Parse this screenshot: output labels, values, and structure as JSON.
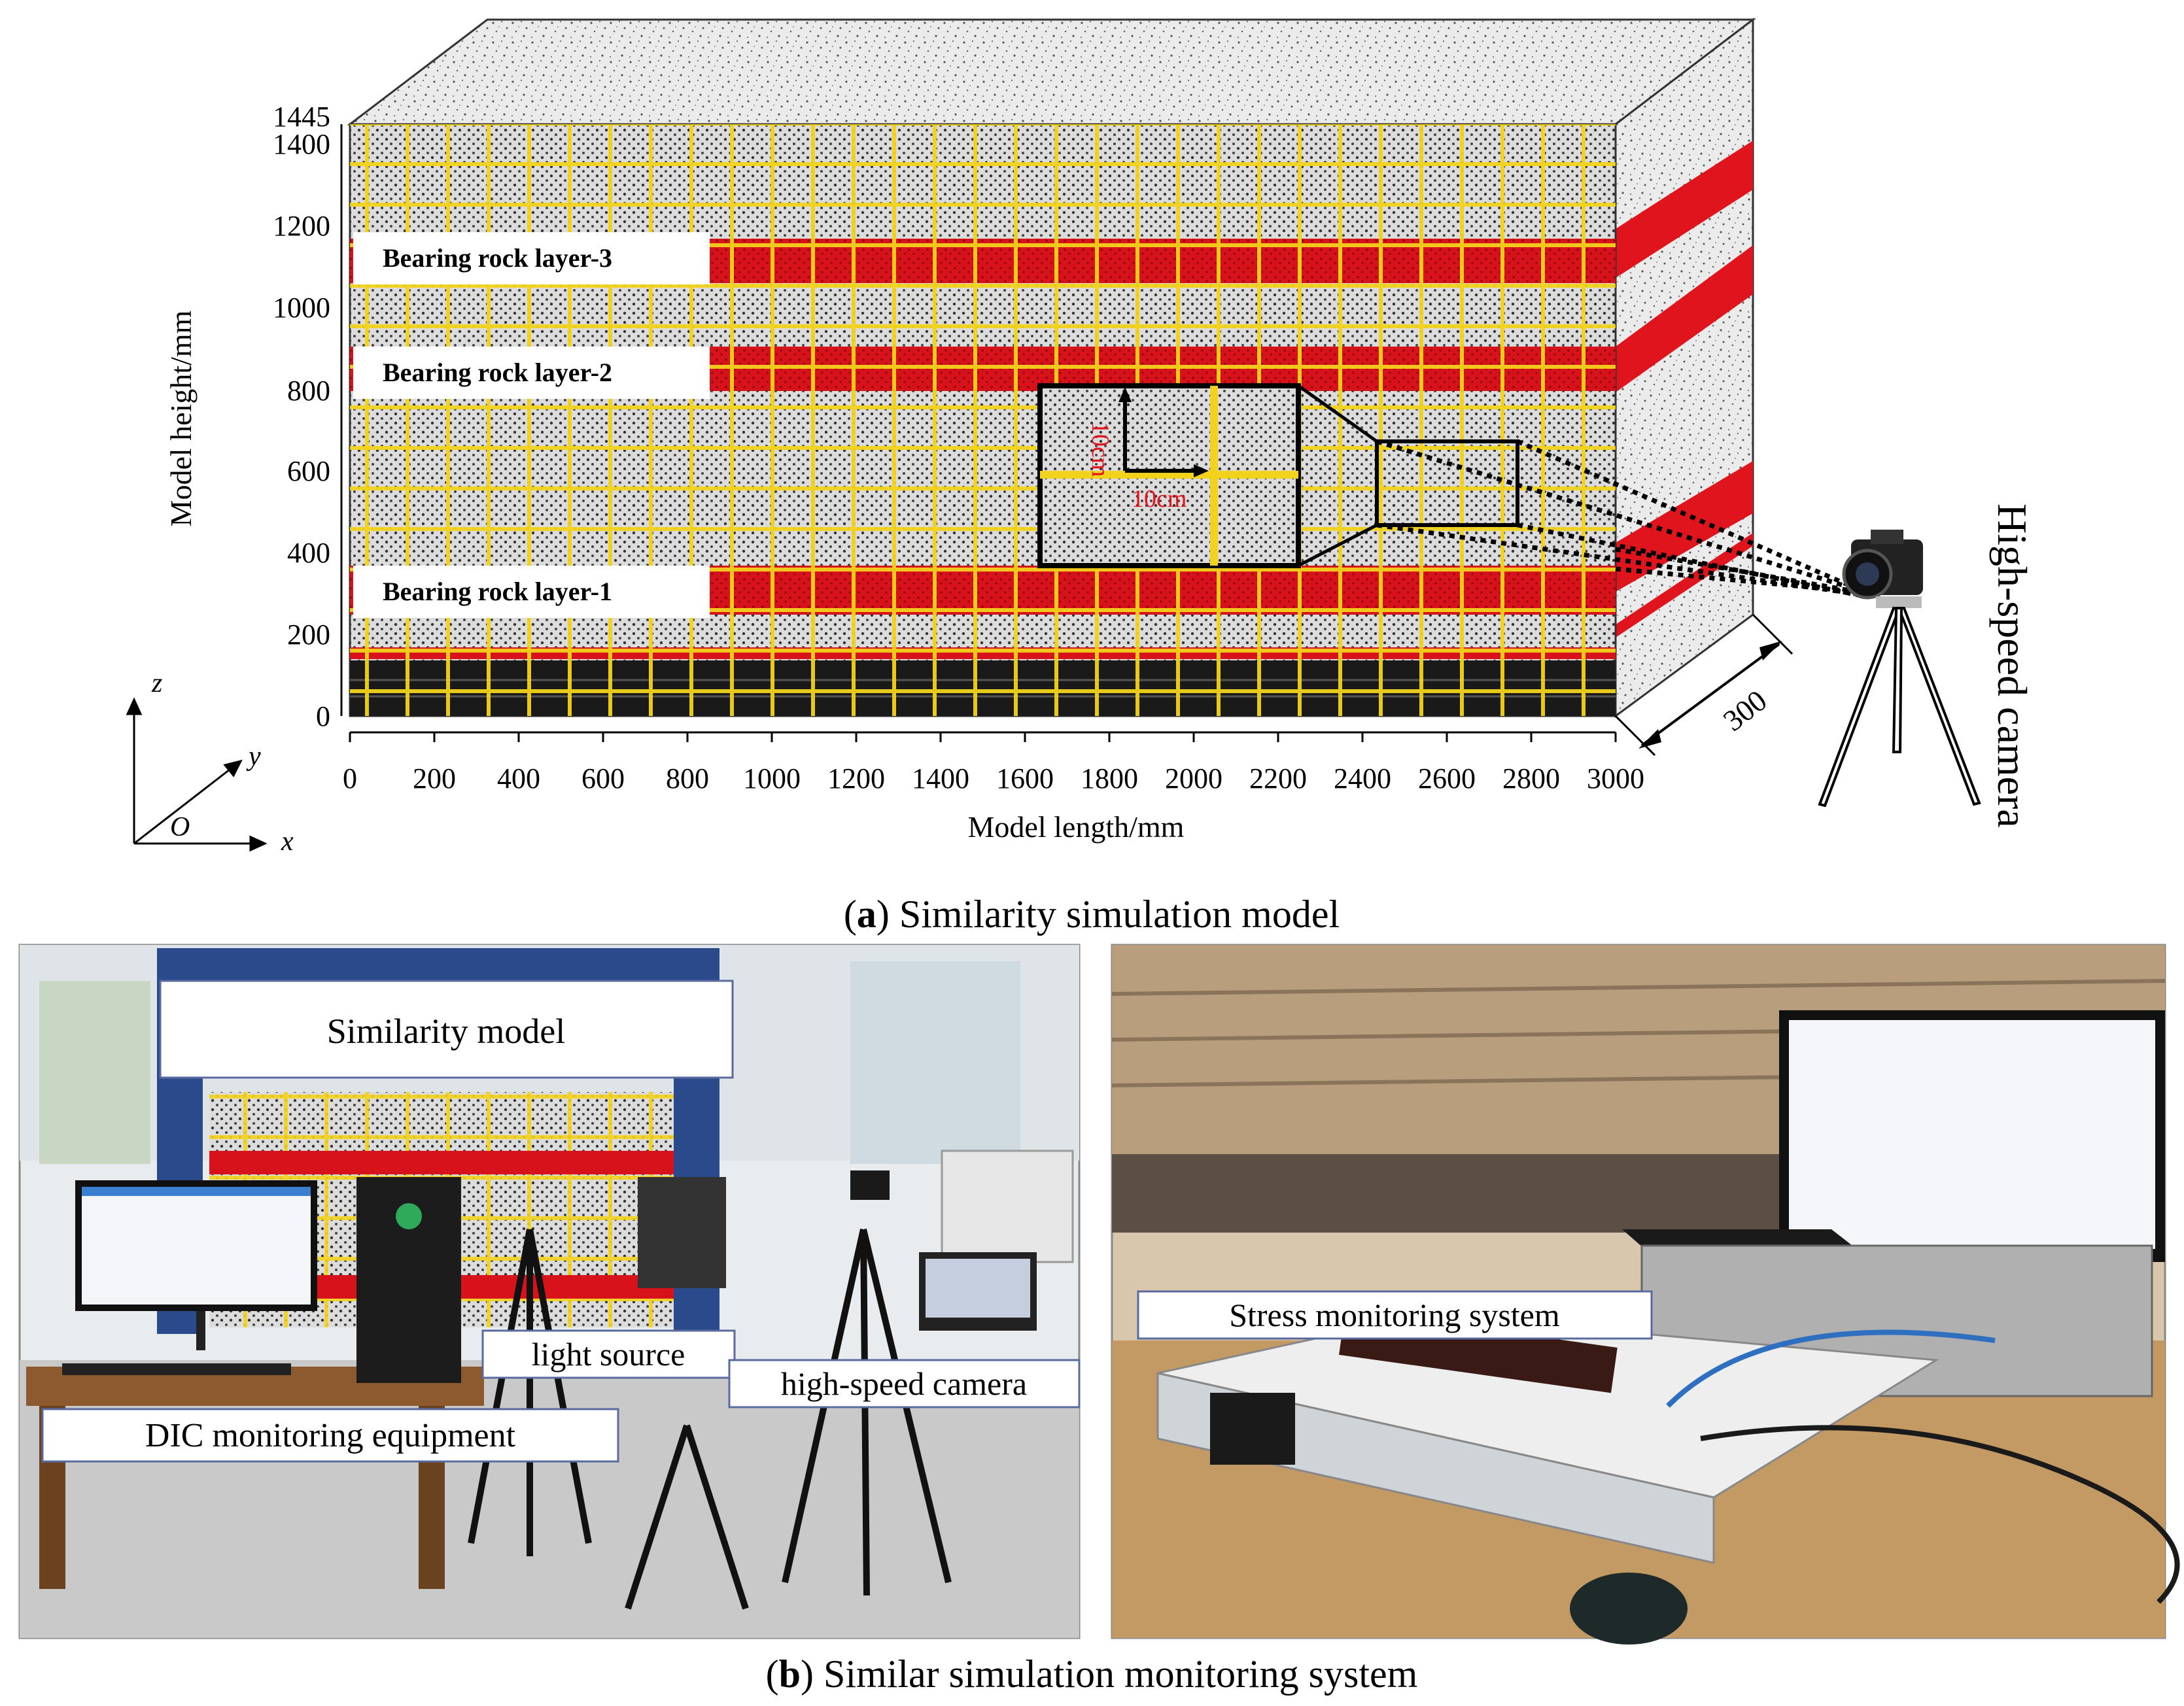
{
  "panel_a": {
    "caption_letter": "a",
    "caption_text": "Similarity simulation model",
    "y_axis_label": "Model height/mm",
    "x_axis_label": "Model length/mm",
    "y_ticks": [
      "1445",
      "1400",
      "1200",
      "1000",
      "800",
      "600",
      "400",
      "200",
      "0"
    ],
    "x_ticks": [
      "0",
      "200",
      "400",
      "600",
      "800",
      "1000",
      "1200",
      "1400",
      "1600",
      "1800",
      "2000",
      "2200",
      "2400",
      "2600",
      "2800",
      "3000"
    ],
    "layers": [
      "Bearing rock layer-3",
      "Bearing rock layer-2",
      "Bearing rock layer-1"
    ],
    "inset_v_label": "10cm",
    "inset_h_label": "10cm",
    "depth_label": "300",
    "camera_label": "High-speed camera",
    "axes": {
      "z": "z",
      "y": "y",
      "x": "x",
      "origin": "O"
    },
    "colors": {
      "grid": "#f2d21c",
      "rock_layer": "#e0141c",
      "coal_base": "#1a1a1a",
      "dotted_face": "#c8c8c8"
    }
  },
  "panel_b": {
    "caption_letter": "b",
    "caption_text": "Similar simulation monitoring system",
    "left_photo_labels": {
      "model": "Similarity model",
      "light": "light source",
      "camera": "high-speed camera",
      "dic": "DIC monitoring equipment"
    },
    "right_photo_labels": {
      "stress": "Stress monitoring system"
    }
  }
}
